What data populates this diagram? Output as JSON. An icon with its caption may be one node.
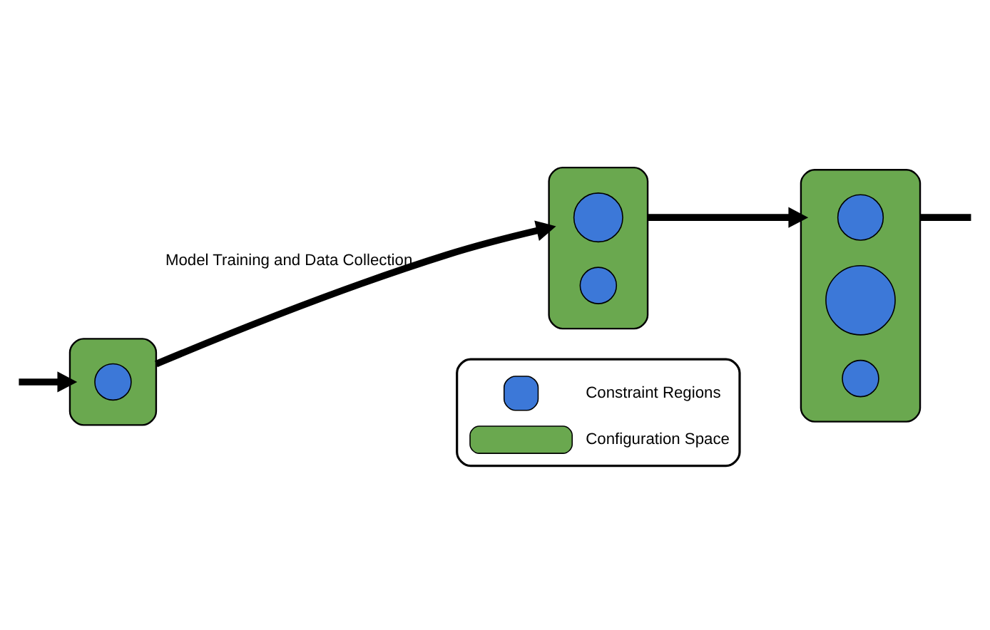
{
  "diagram": {
    "nodes": [
      {
        "text": [],
        "shape": "box"
      },
      {
        "text": [],
        "shape": "circle",
        "in": 0
      },
      {
        "text": [],
        "shape": "box"
      },
      {
        "text": [],
        "shape": "circle",
        "in": 2
      },
      {
        "text": [],
        "shape": "circle",
        "in": 2
      },
      {
        "text": [],
        "shape": "box"
      },
      {
        "text": [],
        "shape": "circle",
        "in": 5
      },
      {
        "text": [],
        "shape": "circle",
        "in": 5
      },
      {
        "text": [],
        "shape": "circle",
        "in": 5
      }
    ],
    "edges": [
      {
        "from": null,
        "to": 0,
        "arrow": "to"
      },
      {
        "from": 0,
        "to": 2,
        "arrow": "to",
        "label": "Model Training and Data Collection"
      },
      {
        "from": 2,
        "to": 5,
        "arrow": "to"
      },
      {
        "from": 5,
        "to": null,
        "arrow": "none"
      }
    ],
    "legend": [
      {
        "text": "Constraint Regions"
      },
      {
        "text": "Configuration Space",
        "color": "#6aa84f"
      }
    ]
  }
}
